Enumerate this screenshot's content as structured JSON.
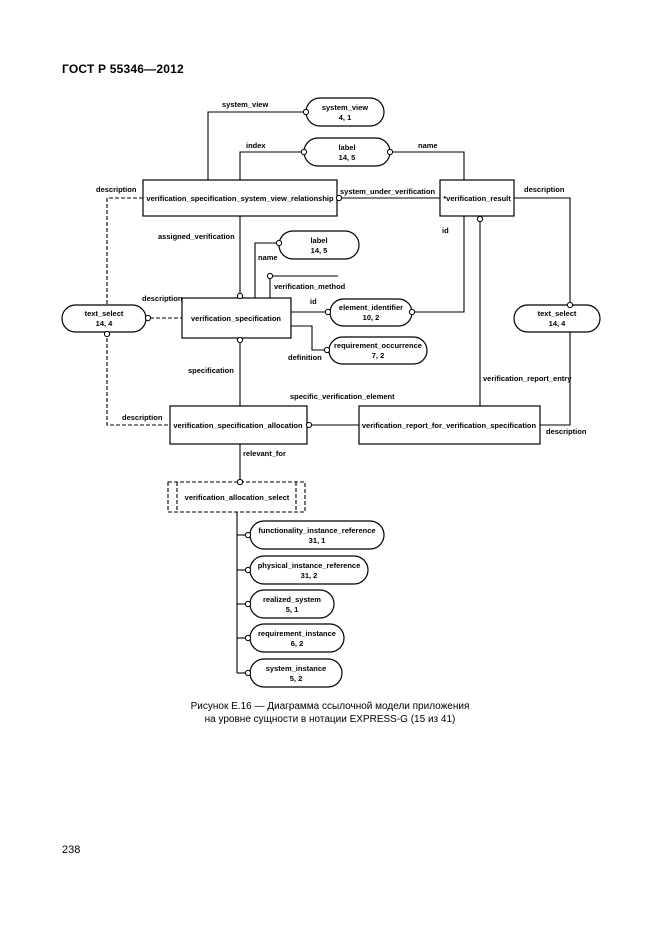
{
  "header": {
    "title": "ГОСТ Р 55346—2012"
  },
  "page_number": "238",
  "caption": {
    "line1": "Рисунок Е.16 — Диаграмма ссылочной модели приложения",
    "line2": "на уровне сущности в нотации EXPRESS-G (15 из 41)"
  },
  "diagram": {
    "entities": {
      "vssvr": "verification_specification_system_view_relationship",
      "vr": "*verification_result",
      "vs": "verification_specification",
      "vsa": "verification_specification_allocation",
      "vrfvs": "verification_report_for_verification_specification",
      "vas": "verification_allocation_select"
    },
    "refs": {
      "system_view": {
        "name": "system_view",
        "page": "4, 1"
      },
      "label_top": {
        "name": "label",
        "page": "14, 5"
      },
      "label_mid": {
        "name": "label",
        "page": "14, 5"
      },
      "text_select_left": {
        "name": "text_select",
        "page": "14, 4"
      },
      "text_select_right": {
        "name": "text_select",
        "page": "14, 4"
      },
      "element_identifier": {
        "name": "element_identifier",
        "page": "10, 2"
      },
      "requirement_occurrence": {
        "name": "requirement_occurrence",
        "page": "7, 2"
      },
      "functionality_instance_reference": {
        "name": "functionality_instance_reference",
        "page": "31, 1"
      },
      "physical_instance_reference": {
        "name": "physical_instance_reference",
        "page": "31, 2"
      },
      "realized_system": {
        "name": "realized_system",
        "page": "5, 1"
      },
      "requirement_instance": {
        "name": "requirement_instance",
        "page": "6, 2"
      },
      "system_instance": {
        "name": "system_instance",
        "page": "5, 2"
      }
    },
    "labels": {
      "system_view": "system_view",
      "index": "index",
      "name_top": "name",
      "description_left_top": "description",
      "system_under_verification": "system_under_verification",
      "description_right_top": "description",
      "assigned_verification": "assigned_verification",
      "id_right": "id",
      "name_mid": "name",
      "verification_method": "verification_method",
      "description_left_mid": "description",
      "id_mid": "id",
      "definition": "definition",
      "specification": "specification",
      "verification_report_entry": "verification_report_entry",
      "specific_verification_element": "specific_verification_element",
      "description_left_bottom": "description",
      "description_right_bottom": "description",
      "relevant_for": "relevant_for"
    }
  }
}
